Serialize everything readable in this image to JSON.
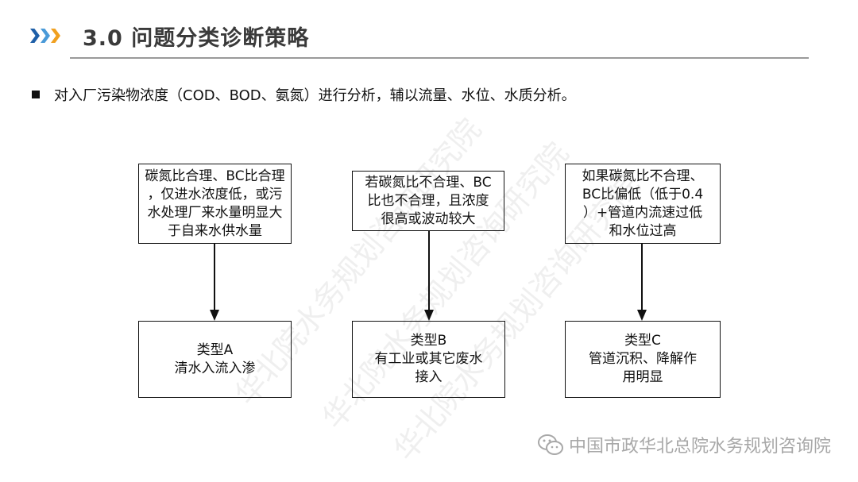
{
  "header": {
    "title": "3.0 问题分类诊断策略",
    "chevron_colors": [
      "#1f5fa8",
      "#4a9ad8",
      "#f0a020"
    ]
  },
  "bullet": "对入厂污染物浓度（COD、BOD、氨氮）进行分析，辅以流量、水位、水质分析。",
  "conditions": [
    {
      "lines": [
        "碳氮比合理、BC比合理",
        "，仅进水浓度低，或污",
        "水处理厂来水量明显大",
        "于自来水供水量"
      ]
    },
    {
      "lines": [
        "若碳氮比不合理、BC",
        "比也不合理，且浓度",
        "很高或波动较大"
      ]
    },
    {
      "lines": [
        "如果碳氮比不合理、",
        "BC比偏低（低于0.4",
        "）+管道内流速过低",
        "和水位过高"
      ]
    }
  ],
  "types": [
    {
      "lines": [
        "类型A",
        "清水入流入渗"
      ]
    },
    {
      "lines": [
        "类型B",
        "有工业或其它废水",
        "接入"
      ]
    },
    {
      "lines": [
        "类型C",
        "管道沉积、降解作",
        "用明显"
      ]
    }
  ],
  "watermark": "华北院水务规划咨询研究院",
  "footer": "中国市政华北总院水务规划咨询院"
}
